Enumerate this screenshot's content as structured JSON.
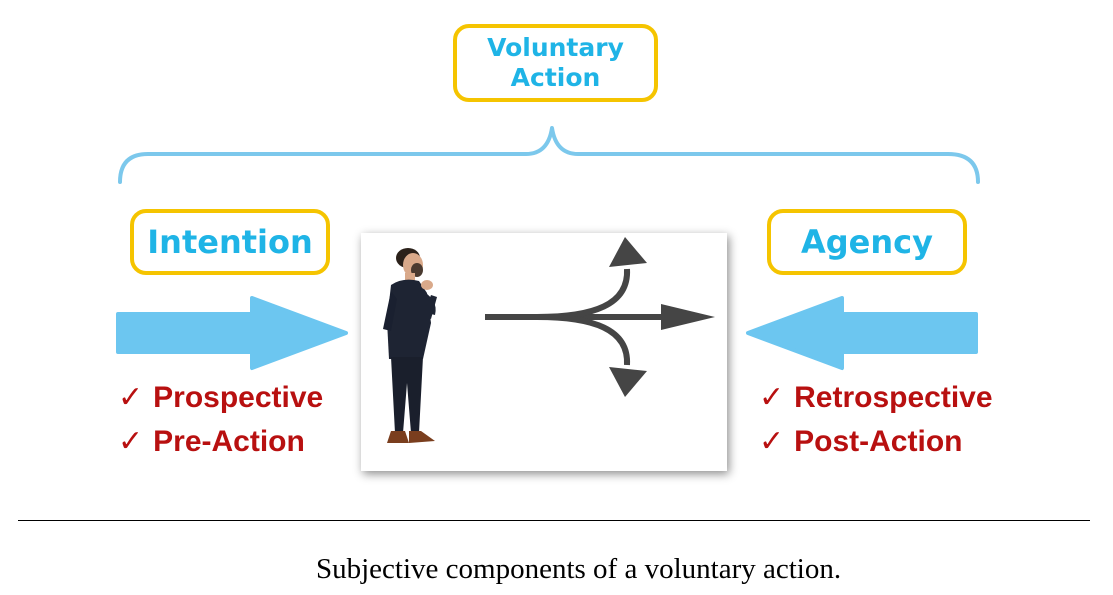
{
  "diagram": {
    "top_box": {
      "label_line1": "Voluntary",
      "label_line2": "Action"
    },
    "left": {
      "title": "Intention",
      "items": [
        {
          "mark": "✓",
          "text": "Prospective"
        },
        {
          "mark": "✓",
          "text": "Pre-Action"
        }
      ]
    },
    "right": {
      "title": "Agency",
      "items": [
        {
          "mark": "✓",
          "text": "Retrospective"
        },
        {
          "mark": "✓",
          "text": "Post-Action"
        }
      ]
    },
    "colors": {
      "box_border": "#f5c400",
      "box_text": "#1fb4e6",
      "brace": "#7cc8ec",
      "arrow": "#6cc6f0",
      "list_text": "#b81010",
      "fork_arrow": "#454545"
    },
    "center_image": "man-at-crossroads-illustration"
  },
  "caption": "Subjective components of a voluntary action."
}
